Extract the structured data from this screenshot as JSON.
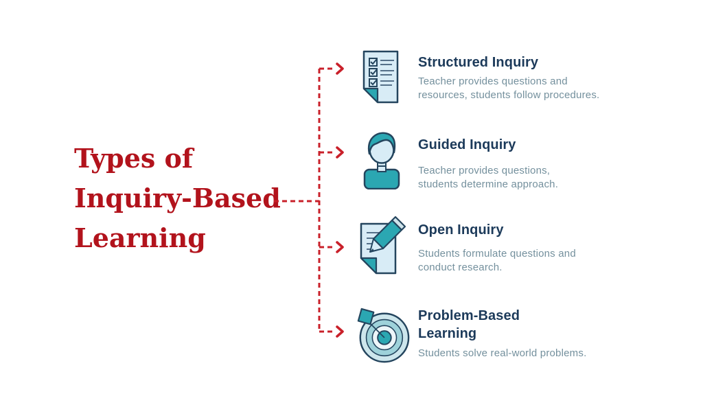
{
  "title": {
    "lines": [
      "Types of",
      "Inquiry-Based",
      "Learning"
    ]
  },
  "items": [
    {
      "icon": "checklist-document-icon",
      "heading_lines": [
        "Structured Inquiry"
      ],
      "description_lines": [
        "Teacher provides questions and",
        "resources, students follow procedures."
      ]
    },
    {
      "icon": "person-icon",
      "heading_lines": [
        "Guided Inquiry"
      ],
      "description_lines": [
        "Teacher provides questions,",
        "students determine approach."
      ]
    },
    {
      "icon": "document-pencil-icon",
      "heading_lines": [
        "Open Inquiry"
      ],
      "description_lines": [
        "Students formulate questions and",
        "conduct research."
      ]
    },
    {
      "icon": "target-dart-icon",
      "heading_lines": [
        "Problem-Based",
        "Learning"
      ],
      "description_lines": [
        "Students solve real-world problems."
      ]
    }
  ],
  "colors": {
    "title_red": "#b2131c",
    "connector_red": "#c9202a",
    "heading_navy": "#1c3a5a",
    "description_gray": "#74909d",
    "icon_teal": "#2ba7b2",
    "icon_paper": "#d8ecf6",
    "icon_outline": "#24455e",
    "target_ring_outer": "#cde6ec",
    "target_ring_mid": "#9ed2da",
    "target_ring_light": "#edf6f9"
  }
}
